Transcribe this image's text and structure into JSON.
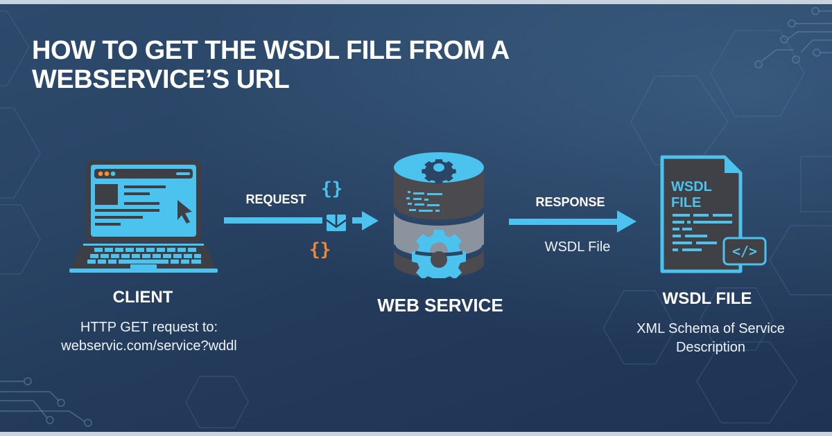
{
  "title": {
    "line1": "HOW TO GET THE WSDL FILE FROM A",
    "line2": "WEBSERVICE’S URL"
  },
  "colors": {
    "accent_cyan": "#4cc3ee",
    "accent_orange": "#f08a2c",
    "icon_dark": "#3d3f45",
    "background_dark": "#223a5a",
    "text": "#ffffff"
  },
  "nodes": {
    "client": {
      "icon": "laptop-icon",
      "title": "CLIENT",
      "desc_line1": "HTTP GET request to:",
      "desc_line2": "webservic.com/service?wddl"
    },
    "web_service": {
      "icon": "server-database-gear-icon",
      "title": "WEB SERVICE"
    },
    "wsdl_file": {
      "icon": "wsdl-document-icon",
      "doc_label_line1": "WSDL",
      "doc_label_line2": "FILE",
      "code_badge": "</>",
      "title": "WSDL FILE",
      "desc_line1": "XML Schema of Service",
      "desc_line2": "Description"
    }
  },
  "edges": {
    "request": {
      "label": "REQUEST",
      "from": "client",
      "to": "web_service",
      "decorations": [
        "curly-braces-icon",
        "envelope-icon",
        "curly-braces-icon"
      ],
      "brace_top": "{}",
      "brace_bottom": "{}"
    },
    "response": {
      "label": "RESPONSE",
      "sublabel": "WSDL File",
      "from": "web_service",
      "to": "wsdl_file"
    }
  }
}
